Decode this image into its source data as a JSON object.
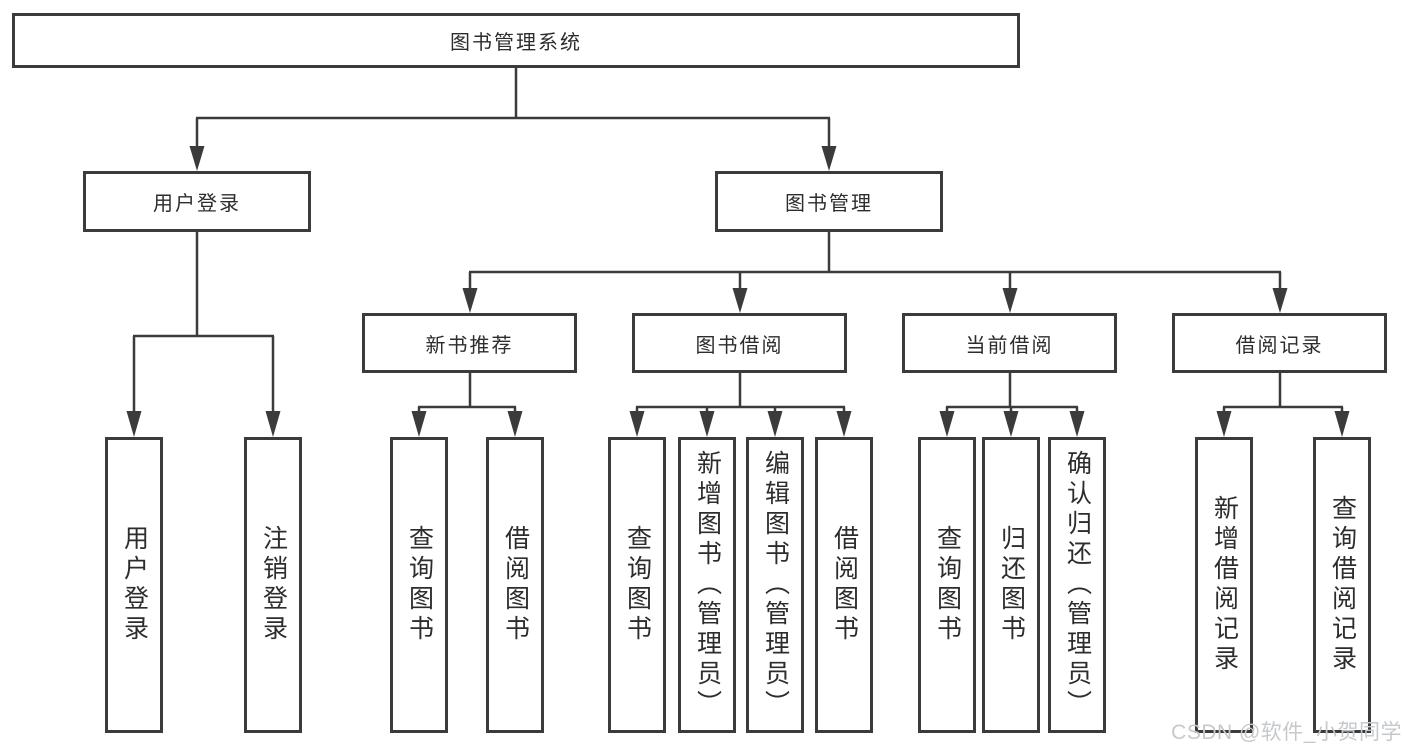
{
  "tree": {
    "root": "图书管理系统",
    "login": {
      "label": "用户登录",
      "leaves": [
        "用户登录",
        "注销登录"
      ]
    },
    "manage": {
      "label": "图书管理",
      "groups": [
        {
          "label": "新书推荐",
          "leaves": [
            "查询图书",
            "借阅图书"
          ]
        },
        {
          "label": "图书借阅",
          "leaves": [
            "查询图书",
            "新增图书（管理员）",
            "编辑图书（管理员）",
            "借阅图书"
          ]
        },
        {
          "label": "当前借阅",
          "leaves": [
            "查询图书",
            "归还图书",
            "确认归还（管理员）"
          ]
        },
        {
          "label": "借阅记录",
          "leaves": [
            "新增借阅记录",
            "查询借阅记录"
          ]
        }
      ]
    }
  },
  "watermark": "CSDN @软件_小贺同学",
  "colors": {
    "line": "#3b3b3b",
    "text": "#2d2d2d",
    "watermark": "#c6c9cc"
  }
}
